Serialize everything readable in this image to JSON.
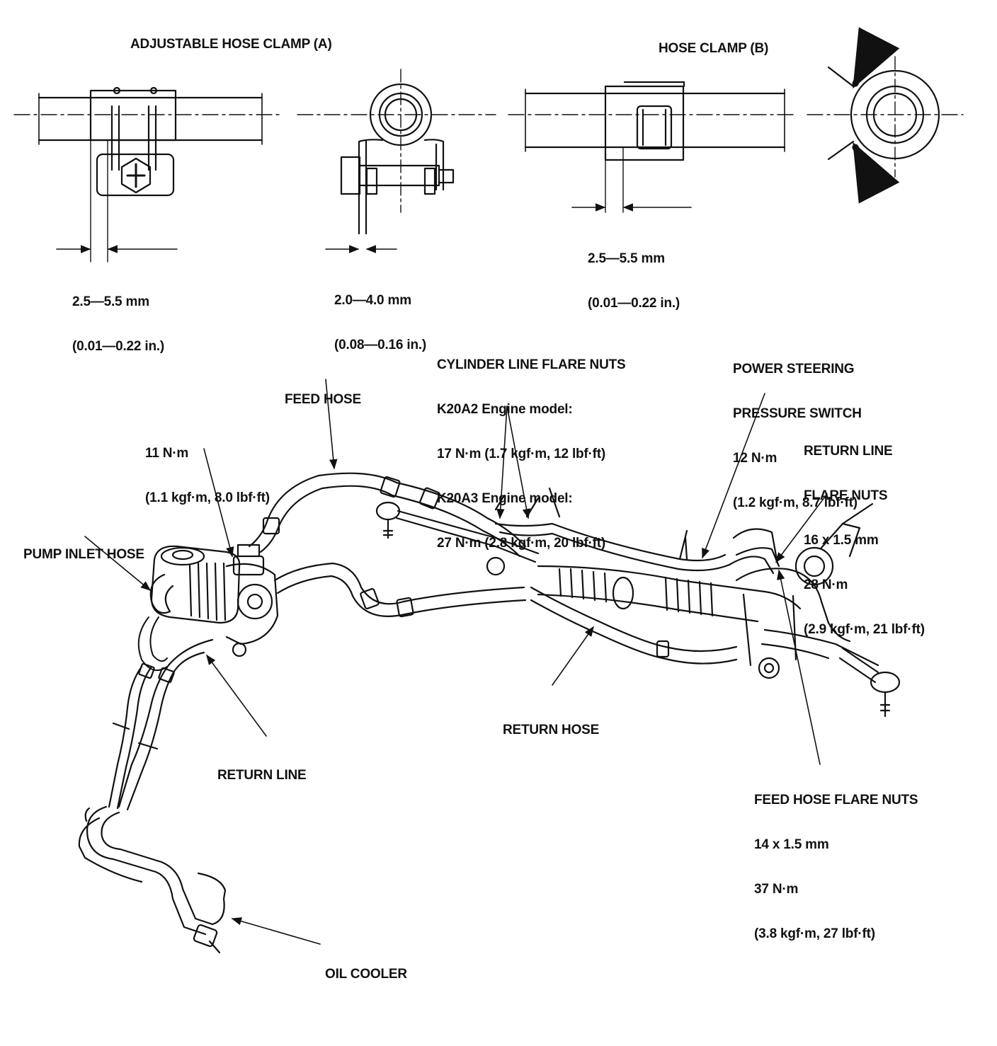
{
  "colors": {
    "ink": "#111111",
    "paper": "#ffffff"
  },
  "clamp_a": {
    "title": "ADJUSTABLE HOSE CLAMP (A)",
    "dim1": [
      "2.5—5.5 mm",
      "(0.01—0.22 in.)"
    ],
    "dim2": [
      "2.0—4.0 mm",
      "(0.08—0.16 in.)"
    ]
  },
  "clamp_b": {
    "title": "HOSE CLAMP (B)",
    "dim": [
      "2.5—5.5 mm",
      "(0.01—0.22 in.)"
    ]
  },
  "callouts": {
    "feed_hose": [
      "FEED HOSE"
    ],
    "torque_11": [
      "11 N·m",
      "(1.1 kgf·m, 8.0 lbf·ft)"
    ],
    "pump_inlet": [
      "PUMP INLET HOSE"
    ],
    "cylinder_line": [
      "CYLINDER LINE FLARE NUTS",
      "K20A2 Engine model:",
      "17 N·m (1.7 kgf·m, 12 lbf·ft)",
      "K20A3 Engine model:",
      "27 N·m (2.8 kgf·m, 20 lbf·ft)"
    ],
    "ps_switch": [
      "POWER STEERING",
      "PRESSURE SWITCH",
      "12 N·m",
      "(1.2 kgf·m, 8.7 lbf·ft)"
    ],
    "return_line_nuts": [
      "RETURN LINE",
      "FLARE NUTS",
      "16 x 1.5 mm",
      "28 N·m",
      "(2.9 kgf·m, 21 lbf·ft)"
    ],
    "return_hose": [
      "RETURN HOSE"
    ],
    "return_line": [
      "RETURN LINE"
    ],
    "feed_hose_nuts": [
      "FEED HOSE FLARE NUTS",
      "14 x 1.5 mm",
      "37 N·m",
      "(3.8 kgf·m, 27 lbf·ft)"
    ],
    "oil_cooler": [
      "OIL COOLER"
    ]
  }
}
